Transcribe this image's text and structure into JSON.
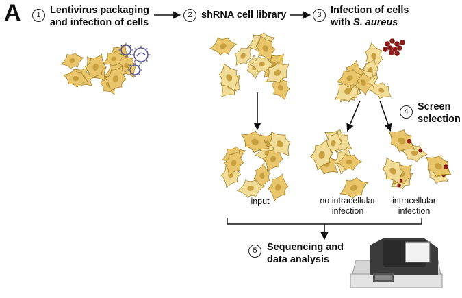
{
  "panel_letter": "A",
  "steps": [
    {
      "number": "1",
      "line1": "Lentivirus packaging",
      "line2": "and infection of cells"
    },
    {
      "number": "2",
      "line1": "shRNA cell library"
    },
    {
      "number": "3",
      "line1": "Infection of cells",
      "line2_prefix": "with ",
      "line2_italic": "S. aureus"
    },
    {
      "number": "4",
      "line1": "Screen",
      "line2": "selection"
    },
    {
      "number": "5",
      "line1": "Sequencing and",
      "line2": "data analysis"
    }
  ],
  "labels": {
    "input": "input",
    "no_infection_line1": "no intracellular",
    "no_infection_line2": "infection",
    "infection_line1": "intracellular",
    "infection_line2": "infection"
  },
  "colors": {
    "cell_fill": "#e9c66b",
    "cell_light": "#f1dc98",
    "cell_stroke": "#a8852d",
    "nucleus": "#c9a03f",
    "bacteria": "#8b1a1a",
    "virus_stroke": "#5a5a9a",
    "sequencer_body": "#3a3a3a",
    "sequencer_base": "#d8d8d8"
  },
  "icons": [
    "lentivirus-icon",
    "bacteria-cluster-icon",
    "sequencer-icon",
    "arrow-icon",
    "bracket-icon"
  ]
}
